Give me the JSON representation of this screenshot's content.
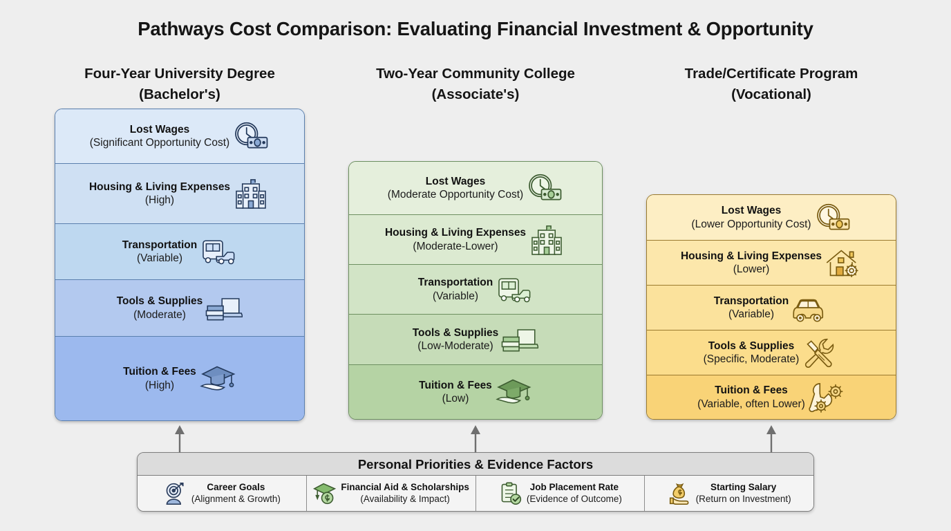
{
  "title": "Pathways Cost Comparison: Evaluating Financial Investment & Opportunity",
  "columns": [
    {
      "header": "Four-Year University Degree",
      "subheader": "(Bachelor's)",
      "accent": "#5a7fae",
      "items": [
        {
          "label": "Lost Wages",
          "detail": "(Significant Opportunity Cost)",
          "icon": "clock-money-icon",
          "fill": "#dce9f8"
        },
        {
          "label": "Housing & Living Expenses",
          "detail": "(High)",
          "icon": "apartment-building-icon",
          "fill": "#cfe0f3"
        },
        {
          "label": "Transportation",
          "detail": "(Variable)",
          "icon": "bus-car-icon",
          "fill": "#bed8f0"
        },
        {
          "label": "Tools & Supplies",
          "detail": "(Moderate)",
          "icon": "books-laptop-icon",
          "fill": "#b3c9ef"
        },
        {
          "label": "Tuition & Fees",
          "detail": "(High)",
          "icon": "graduation-cap-diploma-icon",
          "fill": "#9cb9ee"
        }
      ]
    },
    {
      "header": "Two-Year Community College",
      "subheader": "(Associate's)",
      "accent": "#6d8f60",
      "items": [
        {
          "label": "Lost Wages",
          "detail": "(Moderate Opportunity Cost)",
          "icon": "clock-money-icon",
          "fill": "#e5efdc"
        },
        {
          "label": "Housing & Living Expenses",
          "detail": "(Moderate-Lower)",
          "icon": "apartment-building-icon",
          "fill": "#dcead1"
        },
        {
          "label": "Transportation",
          "detail": "(Variable)",
          "icon": "bus-car-icon",
          "fill": "#d2e4c6"
        },
        {
          "label": "Tools & Supplies",
          "detail": "(Low-Moderate)",
          "icon": "books-laptop-icon",
          "fill": "#c6dcb8"
        },
        {
          "label": "Tuition & Fees",
          "detail": "(Low)",
          "icon": "graduation-cap-diploma-icon",
          "fill": "#b5d3a4"
        }
      ]
    },
    {
      "header": "Trade/Certificate Program",
      "subheader": "(Vocational)",
      "accent": "#9a7a2e",
      "items": [
        {
          "label": "Lost Wages",
          "detail": "(Lower Opportunity Cost)",
          "icon": "clock-money-icon",
          "fill": "#fdeec4"
        },
        {
          "label": "Housing & Living Expenses",
          "detail": "(Lower)",
          "icon": "house-gear-icon",
          "fill": "#fce7ab"
        },
        {
          "label": "Transportation",
          "detail": "(Variable)",
          "icon": "car-icon",
          "fill": "#fbe29c"
        },
        {
          "label": "Tools & Supplies",
          "detail": "(Specific, Moderate)",
          "icon": "wrench-screwdriver-icon",
          "fill": "#fbdd8c"
        },
        {
          "label": "Tuition & Fees",
          "detail": "(Variable, often Lower)",
          "icon": "wrench-gears-icon",
          "fill": "#f9d377"
        }
      ]
    }
  ],
  "footer": {
    "title": "Personal Priorities & Evidence Factors",
    "items": [
      {
        "label": "Career Goals",
        "detail": "(Alignment & Growth)",
        "icon": "target-audience-icon"
      },
      {
        "label": "Financial Aid & Scholarships",
        "detail": "(Availability & Impact)",
        "icon": "grad-cap-dollar-icon"
      },
      {
        "label": "Job Placement Rate",
        "detail": "(Evidence of Outcome)",
        "icon": "clipboard-check-icon"
      },
      {
        "label": "Starting Salary",
        "detail": "(Return on Investment)",
        "icon": "money-bag-hand-icon"
      }
    ]
  },
  "connectors": {
    "arrow_color": "#6f6f6f",
    "count": 3
  }
}
